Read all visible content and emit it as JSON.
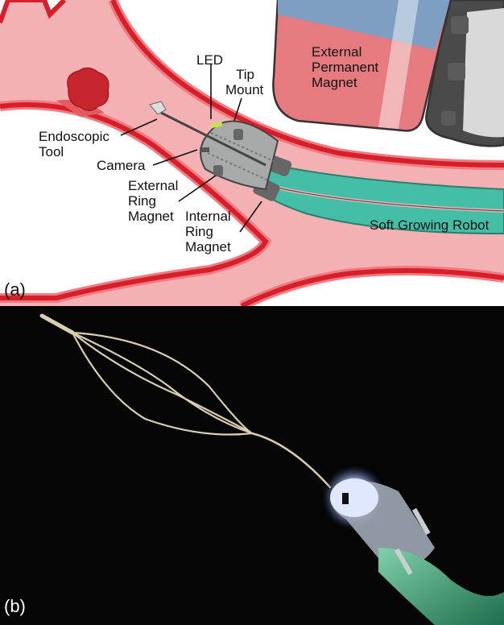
{
  "figure": {
    "panel_a": {
      "label": "(a)",
      "annotations": {
        "led": "LED",
        "tip_mount": [
          "Tip",
          "Mount"
        ],
        "external_permanent_magnet": [
          "External",
          "Permanent",
          "Magnet"
        ],
        "endoscopic_tool": [
          "Endoscopic",
          "Tool"
        ],
        "camera": "Camera",
        "external_ring_magnet": [
          "External",
          "Ring",
          "Magnet"
        ],
        "internal_ring_magnet": [
          "Internal",
          "Ring",
          "Magnet"
        ],
        "soft_growing_robot": "Soft Growing Robot"
      },
      "colors": {
        "vessel_wall": "#d71f2b",
        "vessel_inner": "#f4b1b3",
        "vessel_rim": "#ef7b80",
        "robot": "#45bea8",
        "magnet_red": "#e57b7e",
        "magnet_blue": "#7f9fc2",
        "tip_gray": "#a8a9a9",
        "clot": "#c8262e",
        "led": "#c6e05a"
      }
    },
    "panel_b": {
      "label": "(b)",
      "colors": {
        "background": "#050505",
        "wire": "#d9cfb0",
        "tip_glow": "#cfe0ff",
        "tube": "#3fa882"
      }
    }
  }
}
